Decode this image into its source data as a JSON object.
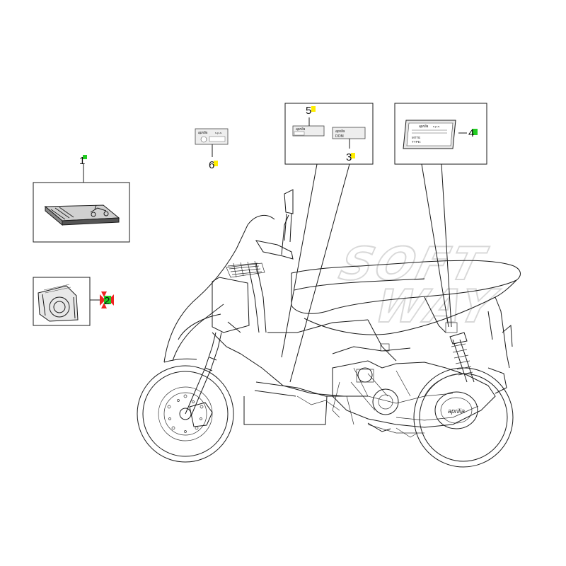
{
  "watermark": {
    "line1": "SOFT",
    "line2": "WAY"
  },
  "callouts": [
    {
      "id": "1",
      "label": "1",
      "marker_color": "#22cc22"
    },
    {
      "id": "2",
      "label": "2",
      "marker_color": "#22cc22"
    },
    {
      "id": "3",
      "label": "3",
      "marker_color": "#ffee00"
    },
    {
      "id": "4",
      "label": "4",
      "marker_color": "#22cc22"
    },
    {
      "id": "5",
      "label": "5",
      "marker_color": "#ffee00"
    },
    {
      "id": "6",
      "label": "6",
      "marker_color": "#ffee00"
    }
  ],
  "decals": {
    "d6": {
      "brand": "aprilia",
      "suffix": "s.p.a."
    },
    "d5": {
      "brand": "aprilia"
    },
    "d3": {
      "brand": "aprilia",
      "line2": "DOM"
    },
    "d4": {
      "brand": "aprilia",
      "suffix": "s.p.a.",
      "line2": "MTTE",
      "line3": "TYPE:"
    },
    "engine_cover": {
      "brand": "aprilia"
    }
  },
  "colors": {
    "line": "#1a1a1a",
    "callout_green": "#22cc22",
    "callout_yellow": "#ffee00",
    "callout_red": "#ee2222"
  }
}
